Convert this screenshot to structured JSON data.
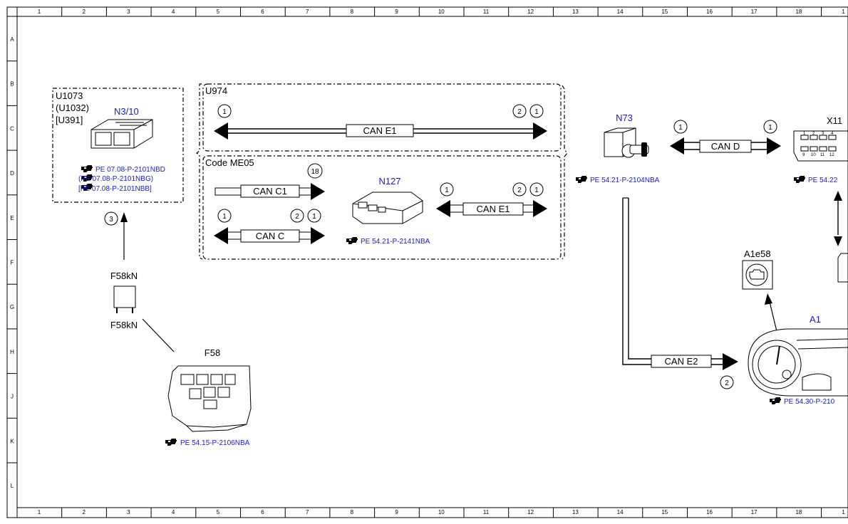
{
  "frame": {
    "columns": [
      "1",
      "2",
      "3",
      "4",
      "5",
      "6",
      "7",
      "8",
      "9",
      "10",
      "11",
      "12",
      "13",
      "14",
      "15",
      "16",
      "17",
      "18",
      "1"
    ],
    "rows": [
      "A",
      "B",
      "C",
      "D",
      "E",
      "F",
      "G",
      "H",
      "J",
      "K",
      "L"
    ]
  },
  "groups": {
    "u1073": {
      "codes": [
        "U1073",
        "(U1032)",
        "[U391]"
      ]
    },
    "u974": {
      "label": "U974"
    },
    "me05": {
      "label": "Code ME05"
    }
  },
  "components": {
    "n3_10": {
      "name": "N3/10",
      "refs": [
        "PE 07.08-P-2101NBD",
        "(PE 07.08-P-2101NBG)",
        "[PE 07.08-P-2101NBB]"
      ]
    },
    "n127": {
      "name": "N127",
      "ref": "PE 54.21-P-2141NBA"
    },
    "n73": {
      "name": "N73",
      "ref": "PE 54.21-P-2104NBA"
    },
    "x11": {
      "name": "X11",
      "ref": "PE 54.22",
      "pins_top": [
        "1",
        "2",
        "3",
        "4"
      ],
      "pins_bottom": [
        "9",
        "10",
        "11",
        "12"
      ]
    },
    "f58kn": {
      "name_top": "F58kN",
      "name_bottom": "F58kN"
    },
    "f58": {
      "name": "F58",
      "ref": "PE 54.15-P-2106NBA"
    },
    "a1e58": {
      "name": "A1e58"
    },
    "a1": {
      "name": "A1",
      "ref": "PE 54.30-P-210"
    }
  },
  "buses": {
    "can_e1_top": {
      "label": "CAN E1",
      "markers": [
        "1",
        "2",
        "1"
      ]
    },
    "can_c1": {
      "label": "CAN C1",
      "markers": [
        "18"
      ]
    },
    "can_c": {
      "label": "CAN C",
      "markers": [
        "1",
        "2",
        "1"
      ]
    },
    "can_e1_n127": {
      "label": "CAN E1",
      "markers": [
        "1",
        "2",
        "1"
      ]
    },
    "can_d": {
      "label": "CAN D",
      "markers": [
        "1",
        "1"
      ]
    },
    "can_e2": {
      "label": "CAN E2",
      "markers": [
        "2"
      ]
    },
    "f58_link": {
      "markers": [
        "3"
      ]
    }
  },
  "icons": [
    "ref-pointer-icon",
    "control-unit-icon",
    "ignition-switch-icon",
    "diagnostic-connector-icon",
    "fuse-icon",
    "relay-icon",
    "engine-warning-icon",
    "instrument-cluster-icon"
  ],
  "colors": {
    "component_name": "#1b1bcc",
    "reference": "#1b1bcc",
    "line": "#000000"
  }
}
